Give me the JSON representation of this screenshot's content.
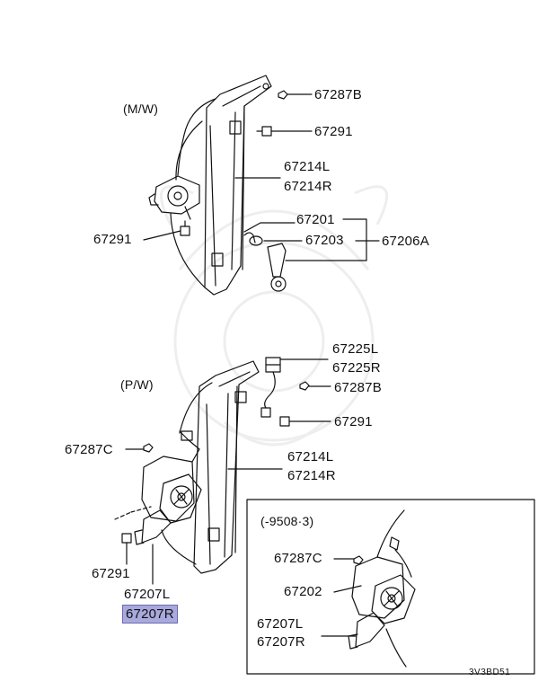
{
  "sections": {
    "manual": "(M/W)",
    "power": "(P/W)",
    "inset": "(-9508·3)"
  },
  "labels": {
    "m_67287B": "67287B",
    "m_67291_top": "67291",
    "m_67214L": "67214L",
    "m_67214R": "67214R",
    "m_67201": "67201",
    "m_67203": "67203",
    "m_67206A": "67206A",
    "m_67291_left": "67291",
    "p_67225L": "67225L",
    "p_67225R": "67225R",
    "p_67287B": "67287B",
    "p_67291_right": "67291",
    "p_67287C": "67287C",
    "p_67214L": "67214L",
    "p_67214R": "67214R",
    "p_67291_left": "67291",
    "p_67207L": "67207L",
    "p_67207R": "67207R",
    "i_67287C": "67287C",
    "i_67202": "67202",
    "i_67207L": "67207L",
    "i_67207R": "67207R"
  },
  "diagram_code": "3V3BD51",
  "highlight_color": "#a9a9de",
  "highlighted_part": "67207R"
}
